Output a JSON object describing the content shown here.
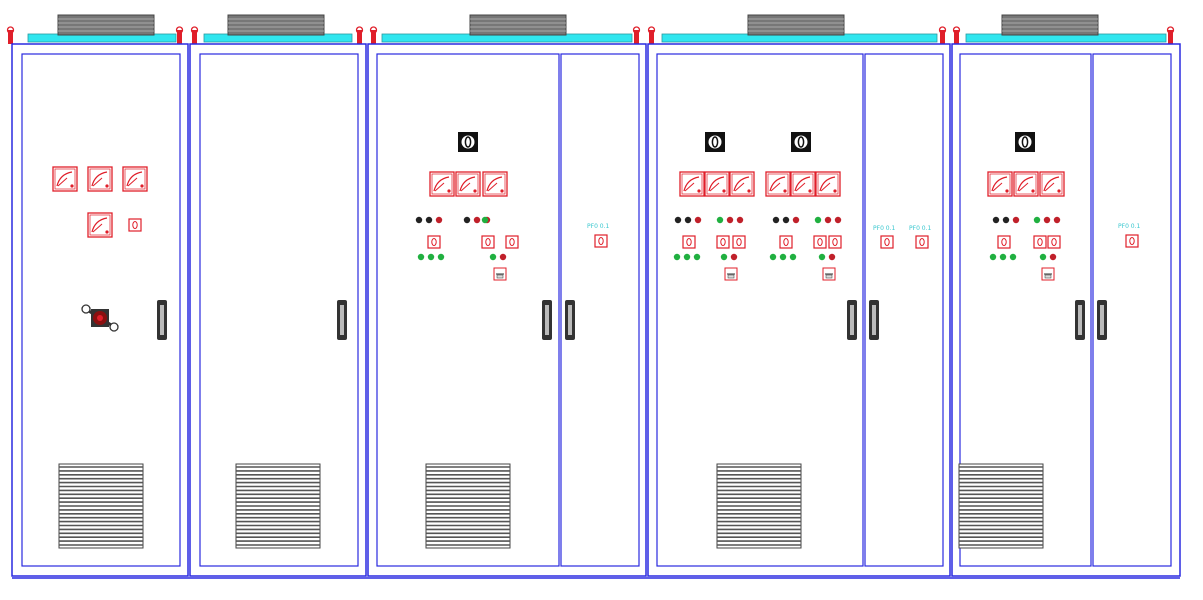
{
  "colors": {
    "frame": "#2a2ae0",
    "roof": "#30e6ef",
    "vent": "#444444",
    "meter": "#e01f2a",
    "lamp_green": "#20b040",
    "lamp_red": "#c0202a",
    "lamp_black": "#222222",
    "label": "#39c7cf",
    "handle": "#333333"
  },
  "panels": [
    {
      "id": 1,
      "doors": 1,
      "meters": 4,
      "switch": "rotary",
      "vent": true
    },
    {
      "id": 2,
      "doors": 1,
      "meters": 0,
      "vent": true
    },
    {
      "id": 3,
      "doors": 2,
      "meters": 3,
      "isolators": 1,
      "vent": true,
      "side_label": "PF0 0.1"
    },
    {
      "id": 4,
      "doors": 2,
      "meters": 6,
      "isolators": 2,
      "vent": true,
      "side_labels": [
        "PF0 0.1",
        "PF0 0.1"
      ]
    },
    {
      "id": 5,
      "doors": 2,
      "meters": 3,
      "isolators": 1,
      "vent": true,
      "side_label": "PF0 0.1"
    }
  ],
  "labels": {
    "side_label": "PF0 0.1"
  }
}
